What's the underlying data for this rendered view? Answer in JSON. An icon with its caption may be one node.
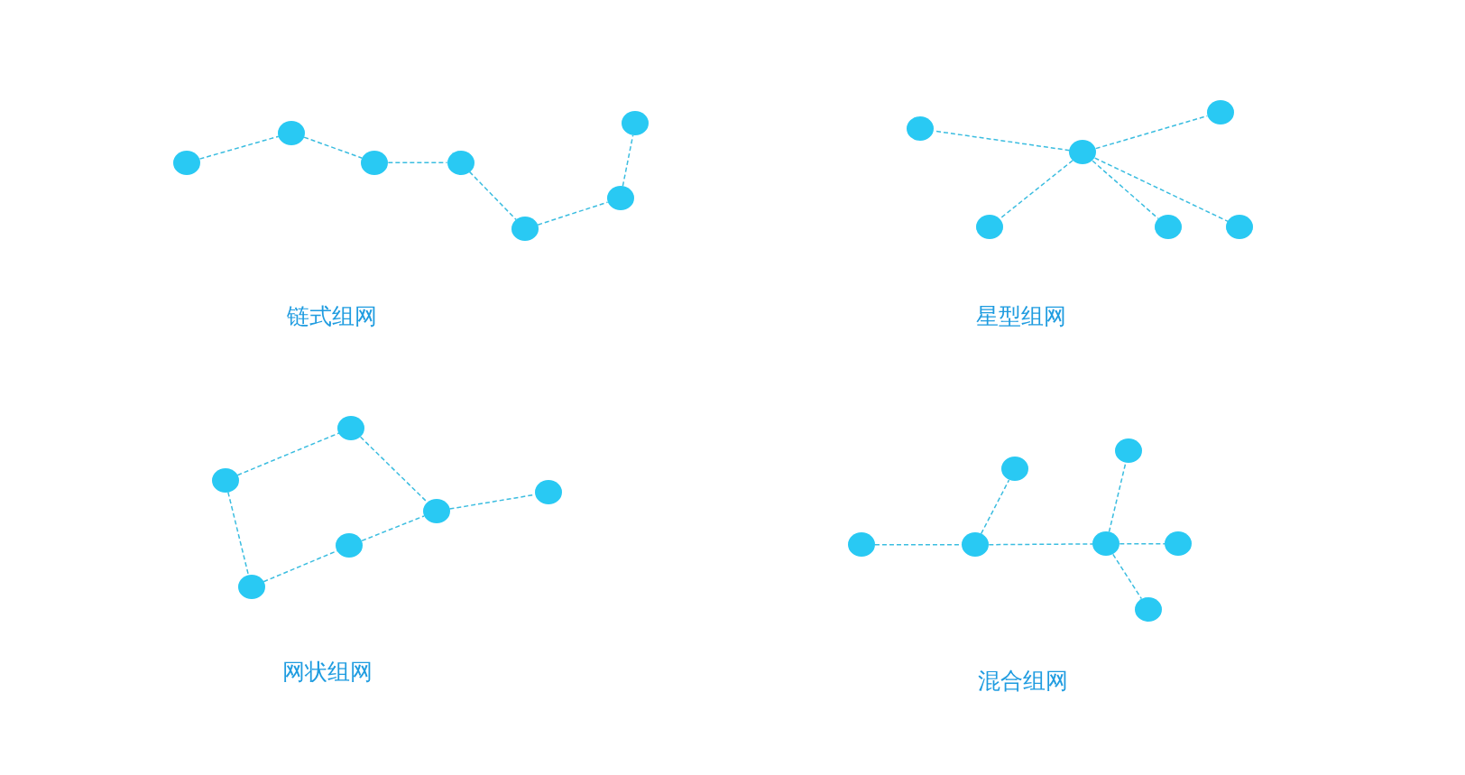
{
  "diagram": {
    "nodes": [
      {
        "text": [],
        "shape": "circle"
      },
      {
        "text": [],
        "shape": "circle"
      },
      {
        "text": [],
        "shape": "circle"
      },
      {
        "text": [],
        "shape": "circle"
      },
      {
        "text": [],
        "shape": "circle"
      },
      {
        "text": [],
        "shape": "circle"
      },
      {
        "text": [],
        "shape": "circle"
      },
      {
        "text": [],
        "shape": "circle"
      },
      {
        "text": [],
        "shape": "circle"
      },
      {
        "text": [],
        "shape": "circle"
      },
      {
        "text": [],
        "shape": "circle"
      },
      {
        "text": [],
        "shape": "circle"
      },
      {
        "text": [],
        "shape": "circle"
      },
      {
        "text": [],
        "shape": "circle"
      },
      {
        "text": [],
        "shape": "circle"
      },
      {
        "text": [],
        "shape": "circle"
      },
      {
        "text": [],
        "shape": "circle"
      },
      {
        "text": [],
        "shape": "circle"
      },
      {
        "text": [],
        "shape": "circle"
      },
      {
        "text": [],
        "shape": "circle"
      },
      {
        "text": [],
        "shape": "circle"
      },
      {
        "text": [],
        "shape": "circle"
      },
      {
        "text": [],
        "shape": "circle"
      },
      {
        "text": [],
        "shape": "circle"
      },
      {
        "text": [],
        "shape": "circle"
      },
      {
        "text": [],
        "shape": "circle"
      }
    ],
    "edges": [
      {
        "from": 0,
        "to": 1,
        "arrow": "none",
        "style": "dashed"
      },
      {
        "from": 1,
        "to": 2,
        "arrow": "none",
        "style": "dashed"
      },
      {
        "from": 2,
        "to": 3,
        "arrow": "none",
        "style": "dashed"
      },
      {
        "from": 3,
        "to": 4,
        "arrow": "none",
        "style": "dashed"
      },
      {
        "from": 4,
        "to": 5,
        "arrow": "none",
        "style": "dashed"
      },
      {
        "from": 5,
        "to": 6,
        "arrow": "none",
        "style": "dashed"
      },
      {
        "from": 9,
        "to": 7,
        "arrow": "none",
        "style": "dashed"
      },
      {
        "from": 9,
        "to": 11,
        "arrow": "none",
        "style": "dashed"
      },
      {
        "from": 9,
        "to": 8,
        "arrow": "none",
        "style": "dashed"
      },
      {
        "from": 9,
        "to": 10,
        "arrow": "none",
        "style": "dashed"
      },
      {
        "from": 9,
        "to": 12,
        "arrow": "none",
        "style": "dashed"
      },
      {
        "from": 13,
        "to": 16,
        "arrow": "none",
        "style": "dashed"
      },
      {
        "from": 16,
        "to": 17,
        "arrow": "none",
        "style": "dashed"
      },
      {
        "from": 17,
        "to": 18,
        "arrow": "none",
        "style": "dashed"
      },
      {
        "from": 13,
        "to": 14,
        "arrow": "none",
        "style": "dashed"
      },
      {
        "from": 14,
        "to": 15,
        "arrow": "none",
        "style": "dashed"
      },
      {
        "from": 15,
        "to": 17,
        "arrow": "none",
        "style": "dashed"
      },
      {
        "from": 19,
        "to": 20,
        "arrow": "none",
        "style": "dashed"
      },
      {
        "from": 20,
        "to": 21,
        "arrow": "none",
        "style": "dashed"
      },
      {
        "from": 20,
        "to": 22,
        "arrow": "none",
        "style": "dashed"
      },
      {
        "from": 22,
        "to": 23,
        "arrow": "none",
        "style": "dashed"
      },
      {
        "from": 22,
        "to": 25,
        "arrow": "none",
        "style": "dashed"
      },
      {
        "from": 22,
        "to": 24,
        "arrow": "none",
        "style": "dashed"
      }
    ],
    "labels": [
      "链式组网",
      "星型组网",
      "网状组网",
      "混合组网"
    ]
  }
}
